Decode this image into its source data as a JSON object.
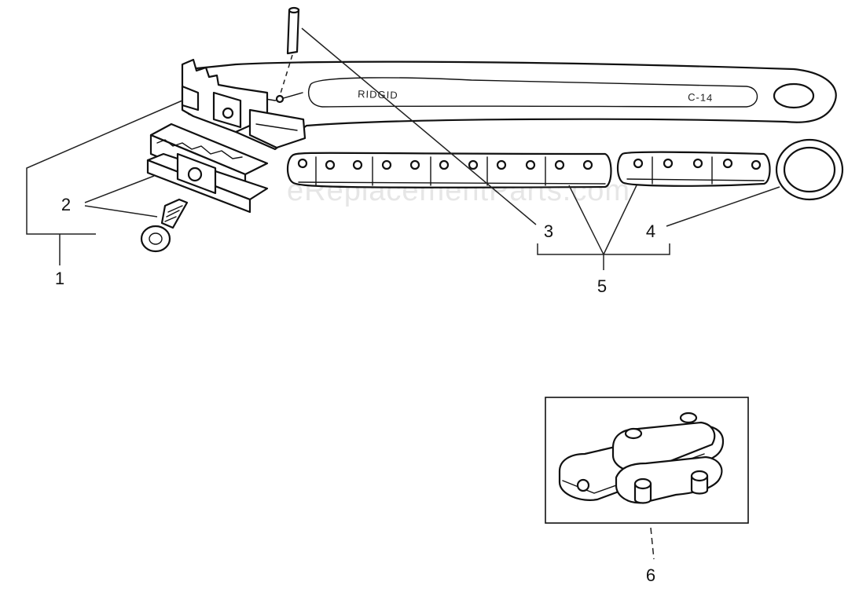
{
  "watermark": "eReplacementParts.com",
  "handle": {
    "brand_text": "RIDGID",
    "model_text": "C-14"
  },
  "callouts": [
    {
      "id": "1",
      "label": "1"
    },
    {
      "id": "2",
      "label": "2"
    },
    {
      "id": "3",
      "label": "3"
    },
    {
      "id": "4",
      "label": "4"
    },
    {
      "id": "5",
      "label": "5"
    },
    {
      "id": "6",
      "label": "6"
    }
  ]
}
